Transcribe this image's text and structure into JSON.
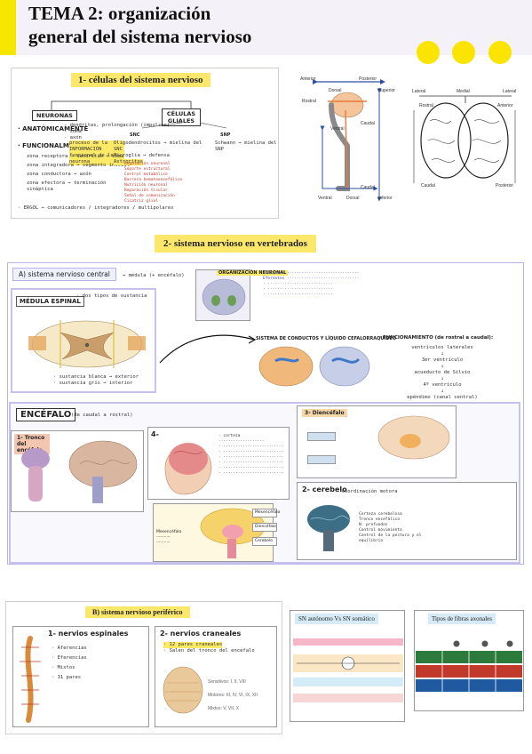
{
  "header": {
    "title_line1": "TEMA 2: organización",
    "title_line2": "general del sistema nervioso"
  },
  "colors": {
    "accent_yellow": "#fbe400",
    "highlight": "#fde968",
    "lavender": "#c6c2f0"
  },
  "section1": {
    "label": "1- células del sistema nervioso",
    "neuronas": "NEURONAS",
    "celulas_gliales": "CÉLULAS GLIALES",
    "anatomicamente": "· ANATÓMICAMENTE",
    "anat_items": [
      "- dendritas, prolongación (impulsos)",
      "- soma",
      "- axón"
    ],
    "funcionalmente": "· FUNCIONALMENTE",
    "func_note": "proceso de la INFORMACIÓN funcional de la neurona",
    "func_items": [
      "zona receptora → dendritas + soma",
      "zona integradora → segmento inicial",
      "zona conductora → axón",
      "zona efectora → terminación sináptica"
    ],
    "ergol": "· ERGOL → comunicadores / integradores / multipolares",
    "snc": "SNC",
    "snp": "SNP",
    "glia_snc": [
      "Oligodendrocitos → mielina del SNC",
      "Microglía → defensa",
      "Astrocitos"
    ],
    "glia_snp": [
      "Schwann → mielina del SNP"
    ],
    "astro_items": [
      "Regulación neuronal",
      "Soporte estructural",
      "Control metabólico",
      "Barrera hematoencefálica",
      "Nutrición neuronal",
      "Reparación tisular",
      "Señal de comunicación",
      "Cicatriz glial"
    ]
  },
  "orientation": {
    "left_labels": [
      "Anterior",
      "Posterior",
      "Dorsal",
      "Rostral",
      "Superior",
      "Caudal",
      "Ventral",
      "Caudal",
      "Ventral",
      "Dorsal",
      "Inferior"
    ],
    "right_labels": [
      "Lateral",
      "Medial",
      "Lateral",
      "Rostral",
      "Anterior",
      "Caudal",
      "Posterior"
    ]
  },
  "section2": {
    "label": "2- sistema nervioso en vertebrados",
    "snc_label": "A) sistema nervioso central",
    "snc_note": "→ médula (+ encéfalo)",
    "medula": "MÉDULA ESPINAL",
    "medula_notes": [
      "· dos tipos de sustancia",
      "· sustancia blanca → exterior",
      "· sustancia gris → interior"
    ],
    "medula_bottom": [
      "· sustancia blanca → exterior",
      "· sustancia gris → interior"
    ],
    "org_neuronal": "ORGANIZACIÓN NEURONAL",
    "sistema_conductos": "SISTEMA DE CONDUCTOS Y LÍQUIDO CEFALORRAQUÍDEO",
    "funcionamiento": "· FUNCIONAMIENTO (de rostral a caudal):",
    "flow": [
      "ventrículos laterales",
      "3er ventrículo",
      "acueducto de Silvio",
      "4º ventrículo",
      "epéndimo (canal central)"
    ],
    "encefalo": "ENCÉFALO",
    "encefalo_note": "(de caudal a rostral)",
    "tronco": "1- Tronco del encéfalo",
    "n4": "4-",
    "diencefalo": "3- Diencéfalo",
    "cerebelo": "2- cerebelo",
    "cerebelo_note": "→ coordinación motora",
    "cerebelo_list": [
      "Corteza cerebelosa",
      "Tronco encefálico",
      "N. profundos",
      "Control movimiento",
      "Control de la postura y el equilibrio"
    ],
    "legend_right": [
      "Mesencéfalo",
      "Diencéfalo",
      "Cerebelo"
    ]
  },
  "section3": {
    "snp_label": "B) sistema nervioso periférico",
    "nervios_espinales": "1- nervios espinales",
    "espinales_items": [
      "· Aferencias",
      "· Eferencias",
      "· Mixtos",
      "· 31 pares"
    ],
    "nervios_craneales": "2- nervios craneales",
    "craneales_items": [
      "· 12 pares craneales",
      "· Salen del tronco del encéfalo"
    ],
    "sensitivos": "Sensitivos: I, II, VIII",
    "motores": "Motores: III, IV, VI, IX, XII",
    "mixtos": "Mixtos: V, VII, X",
    "sn_autonomo": "SN autónomo Vs SN somático",
    "tipos_fibras": "Tipos de fibras axonales"
  }
}
